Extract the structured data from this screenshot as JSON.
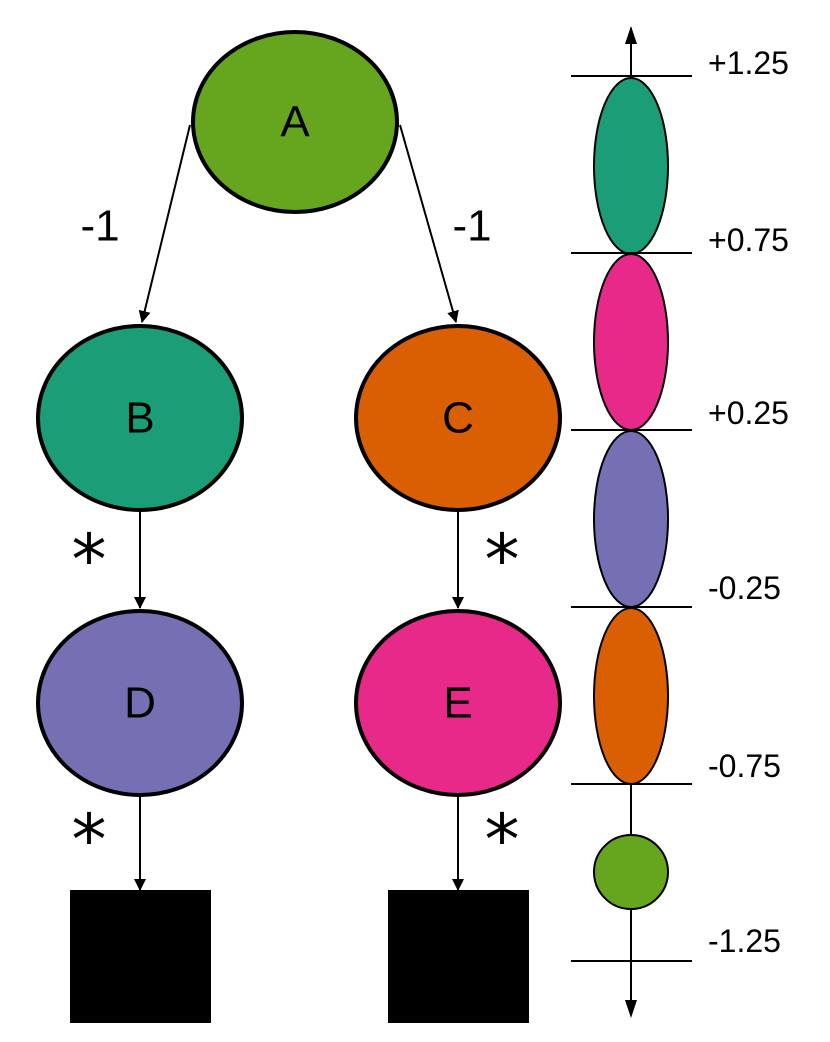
{
  "nodes": {
    "A": {
      "label": "A",
      "color": "#66a61e"
    },
    "B": {
      "label": "B",
      "color": "#1b9e77"
    },
    "C": {
      "label": "C",
      "color": "#d95f02"
    },
    "D": {
      "label": "D",
      "color": "#7570b3"
    },
    "E": {
      "label": "E",
      "color": "#e7298a"
    }
  },
  "edges": {
    "a_b": {
      "label": "-1"
    },
    "a_c": {
      "label": "-1"
    },
    "b_d": {
      "label": "*"
    },
    "c_e": {
      "label": "*"
    },
    "d_end": {
      "label": "*"
    },
    "e_end": {
      "label": "*"
    }
  },
  "terminal_color": "#000000",
  "scale": {
    "ticks": [
      "+1.25",
      "+0.75",
      "+0.25",
      "-0.25",
      "-0.75",
      "-1.25"
    ],
    "segments": [
      {
        "from": "+0.75",
        "to": "+1.25",
        "color": "#1b9e77"
      },
      {
        "from": "+0.25",
        "to": "+0.75",
        "color": "#e7298a"
      },
      {
        "from": "-0.25",
        "to": "+0.25",
        "color": "#7570b3"
      },
      {
        "from": "-0.75",
        "to": "-0.25",
        "color": "#d95f02"
      },
      {
        "point": "-1",
        "color": "#66a61e"
      }
    ]
  }
}
